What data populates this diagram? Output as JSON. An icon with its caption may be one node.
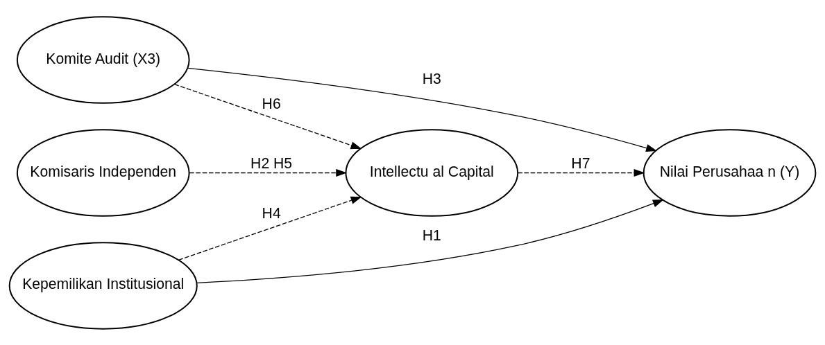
{
  "diagram": {
    "nodes": [
      {
        "text": [
          "Kepemilikan Institusional"
        ]
      },
      {
        "text": [
          "Komisaris Independen"
        ]
      },
      {
        "text": [
          "Komite Audit (X3)"
        ]
      },
      {
        "text": [
          "Intellectu al Capital"
        ]
      },
      {
        "text": [
          "Nilai Perusahaa n (Y)"
        ]
      }
    ],
    "edges": [
      {
        "from": 0,
        "to": 4,
        "arrow": "to",
        "label": "H1"
      },
      {
        "from": 0,
        "to": 3,
        "arrow": "to",
        "label": "H4",
        "style": "dashed"
      },
      {
        "from": 1,
        "to": 3,
        "arrow": "to",
        "label": "H2 H5",
        "style": "dashed"
      },
      {
        "from": 2,
        "to": 3,
        "arrow": "to",
        "label": "H6",
        "style": "dashed"
      },
      {
        "from": 3,
        "to": 4,
        "arrow": "to",
        "label": "H7",
        "style": "dashed"
      },
      {
        "from": 2,
        "to": 4,
        "arrow": "to",
        "label": "H3"
      }
    ]
  }
}
